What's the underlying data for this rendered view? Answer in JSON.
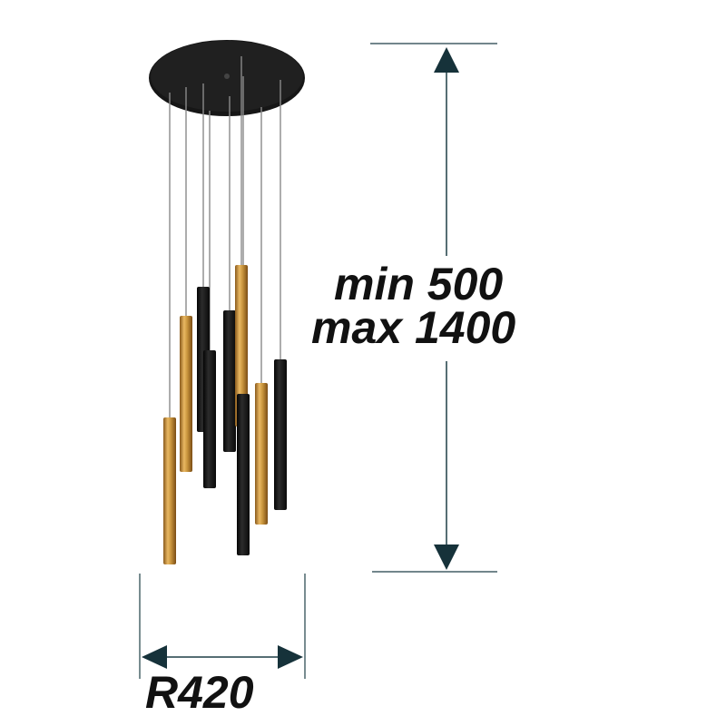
{
  "dimensions": {
    "height_min_label": "min 500",
    "height_max_label": "max 1400",
    "width_label": "R420"
  },
  "colors": {
    "black_finish": "#1a1a1a",
    "gold_finish": "#c8943c",
    "canopy": "#161616",
    "cable": "#8a8a8a",
    "dimension_line": "#1f3f47",
    "arrowhead": "#16323a"
  },
  "pendants": [
    {
      "finish": "gold"
    },
    {
      "finish": "gold"
    },
    {
      "finish": "black"
    },
    {
      "finish": "black"
    },
    {
      "finish": "black"
    },
    {
      "finish": "gold"
    },
    {
      "finish": "black"
    },
    {
      "finish": "gold"
    },
    {
      "finish": "black"
    }
  ]
}
